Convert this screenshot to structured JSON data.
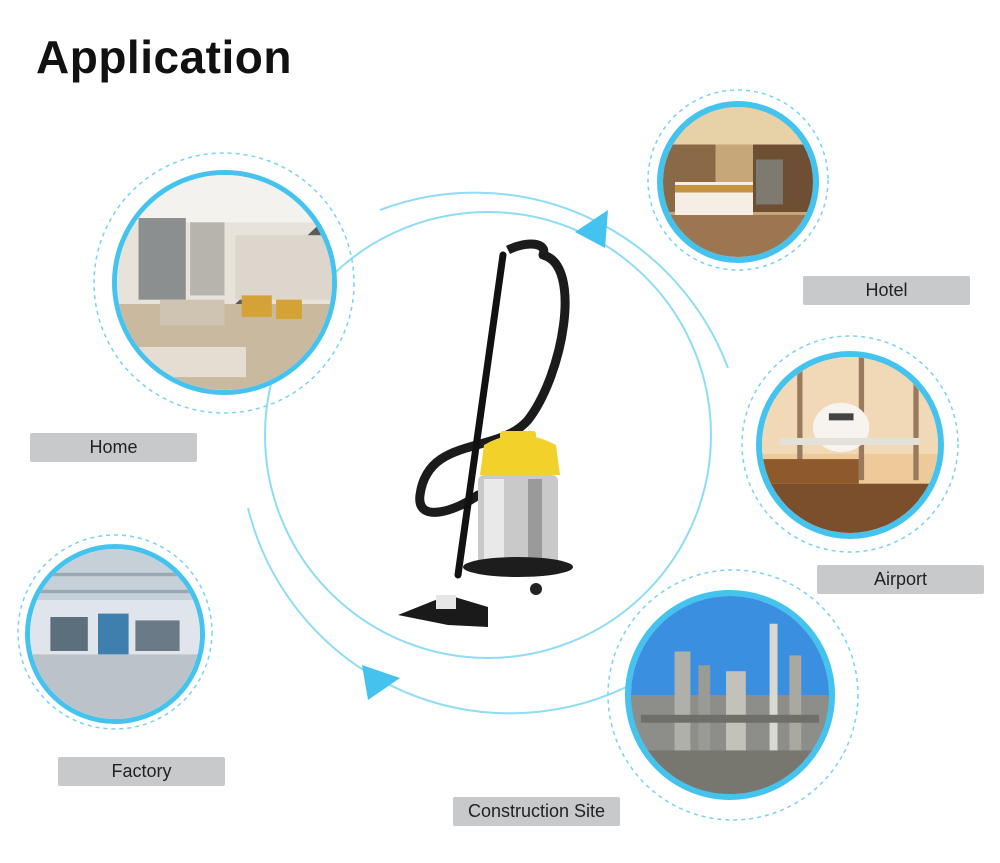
{
  "page": {
    "title": "Application"
  },
  "applications": [
    {
      "id": "home",
      "label": "Home"
    },
    {
      "id": "hotel",
      "label": "Hotel"
    },
    {
      "id": "airport",
      "label": "Airport"
    },
    {
      "id": "factory",
      "label": "Factory"
    },
    {
      "id": "construction",
      "label": "Construction Site"
    }
  ],
  "product": {
    "icon": "vacuum-cleaner-icon"
  },
  "colors": {
    "accent": "#45c3ef",
    "label_bg": "#c8c9cb",
    "title": "#111111"
  }
}
